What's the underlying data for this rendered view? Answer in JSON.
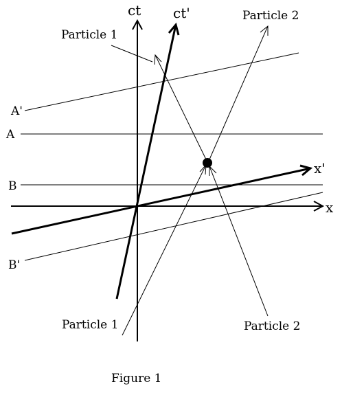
{
  "diagram": {
    "axes": {
      "ct": "ct",
      "x": "x",
      "ct_prime": "ct'",
      "x_prime": "x'"
    },
    "lines": {
      "a": "A",
      "a_prime": "A'",
      "b": "B",
      "b_prime": "B'"
    },
    "particles": {
      "p1_top": "Particle 1",
      "p2_top": "Particle 2",
      "p1_bottom": "Particle 1",
      "p2_bottom": "Particle 2"
    },
    "caption": "Figure 1",
    "colors": {
      "ink": "#000000",
      "background": "#ffffff"
    }
  }
}
